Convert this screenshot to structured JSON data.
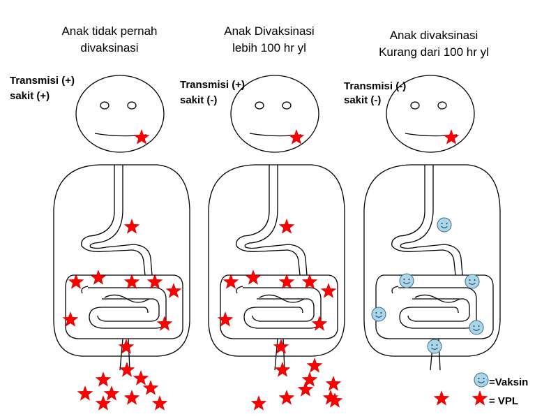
{
  "panels": [
    {
      "title": [
        "Anak tidak pernah",
        "divaksinasi"
      ],
      "transmisi": "Transmisi  (+)",
      "sakit": "sakit (+)",
      "marker": "star"
    },
    {
      "title": [
        "Anak Divaksinasi",
        "lebih 100 hr yl"
      ],
      "transmisi": "Transmisi  (+)",
      "sakit": "sakit (-)",
      "marker": "star"
    },
    {
      "title": [
        "Anak divaksinasi",
        "Kurang dari 100 hr yl"
      ],
      "transmisi": "Transmisi  (-)",
      "sakit": "sakit (-)",
      "marker": "vaccine"
    }
  ],
  "legend": {
    "vaksin_label": "=Vaksin",
    "vpl_label": "= VPL"
  },
  "colors": {
    "star": "#ff0000",
    "star_stroke": "#cc0000",
    "vaccine_fill": "#a9d6e8",
    "vaccine_stroke": "#3a6a80",
    "outline": "#000000"
  }
}
